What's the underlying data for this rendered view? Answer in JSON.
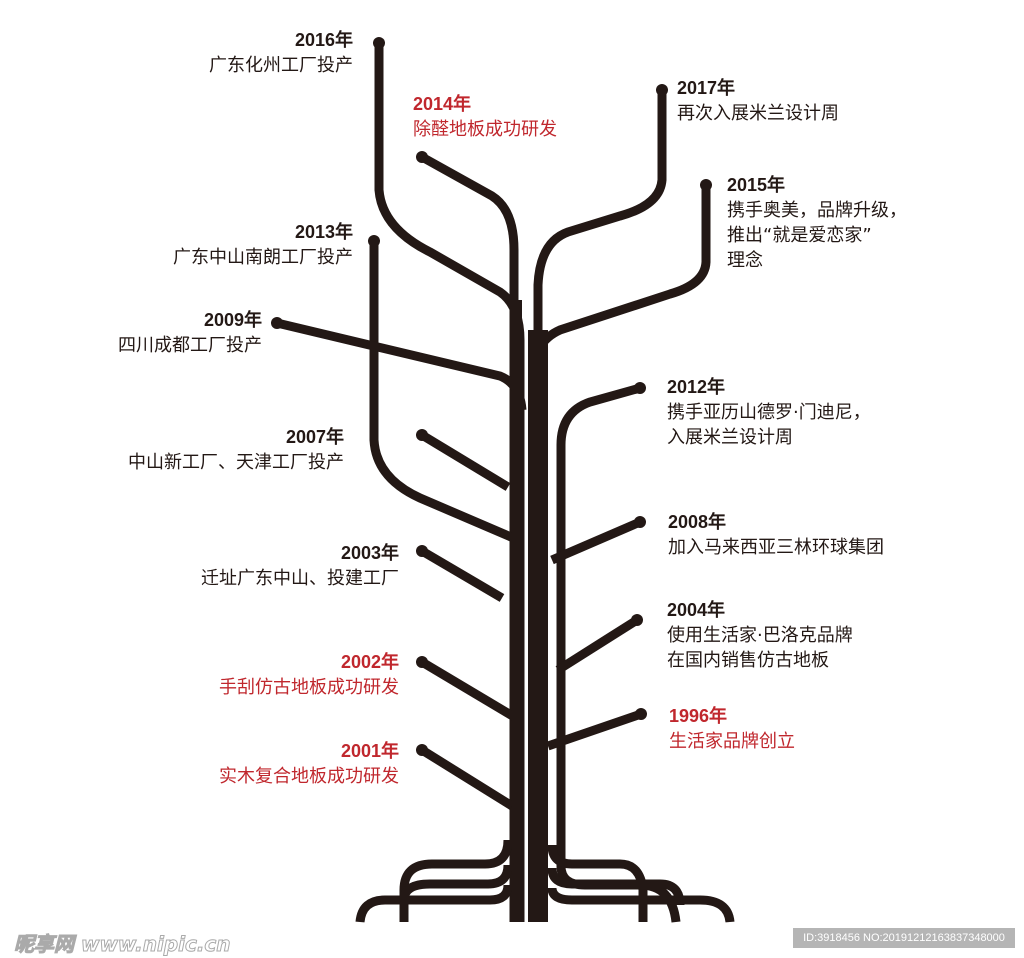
{
  "colors": {
    "line": "#231815",
    "accent": "#c0272d"
  },
  "events": [
    {
      "year": "2016年",
      "lines": [
        "广东化州工厂投产"
      ],
      "highlight": false
    },
    {
      "year": "2014年",
      "lines": [
        "除醛地板成功研发"
      ],
      "highlight": true
    },
    {
      "year": "2017年",
      "lines": [
        "再次入展米兰设计周"
      ],
      "highlight": false
    },
    {
      "year": "2015年",
      "lines": [
        "携手奥美，品牌升级，",
        "推出“就是爱恋家”",
        "理念"
      ],
      "highlight": false
    },
    {
      "year": "2013年",
      "lines": [
        "广东中山南朗工厂投产"
      ],
      "highlight": false
    },
    {
      "year": "2009年",
      "lines": [
        "四川成都工厂投产"
      ],
      "highlight": false
    },
    {
      "year": "2012年",
      "lines": [
        "携手亚历山德罗·门迪尼，",
        "入展米兰设计周"
      ],
      "highlight": false
    },
    {
      "year": "2007年",
      "lines": [
        "中山新工厂、天津工厂投产"
      ],
      "highlight": false
    },
    {
      "year": "2008年",
      "lines": [
        "加入马来西亚三林环球集团"
      ],
      "highlight": false
    },
    {
      "year": "2003年",
      "lines": [
        "迁址广东中山、投建工厂"
      ],
      "highlight": false
    },
    {
      "year": "2004年",
      "lines": [
        "使用生活家·巴洛克品牌",
        "在国内销售仿古地板"
      ],
      "highlight": false
    },
    {
      "year": "2002年",
      "lines": [
        "手刮仿古地板成功研发"
      ],
      "highlight": true
    },
    {
      "year": "1996年",
      "lines": [
        "生活家品牌创立"
      ],
      "highlight": true
    },
    {
      "year": "2001年",
      "lines": [
        "实木复合地板成功研发"
      ],
      "highlight": true
    }
  ],
  "watermark": "昵享网 www.nipic.cn",
  "image_id": "ID:3918456 NO:20191212163837348000"
}
